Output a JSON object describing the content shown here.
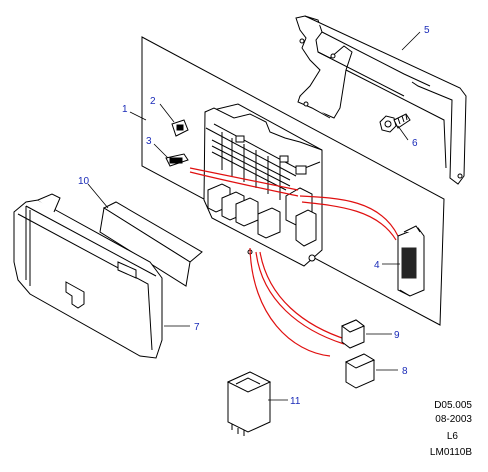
{
  "callouts": {
    "c1": "1",
    "c2": "2",
    "c3": "3",
    "c4": "4",
    "c5": "5",
    "c6": "6",
    "c7": "7",
    "c8": "8",
    "c9": "9",
    "c10": "10",
    "c11": "11"
  },
  "reference": {
    "code": "D05.005",
    "date": "08-2003",
    "model": "L6",
    "drawing": "LM0110B"
  },
  "colors": {
    "line": "#000000",
    "callout": "#1a2bb8",
    "wiring": "#e01010"
  }
}
